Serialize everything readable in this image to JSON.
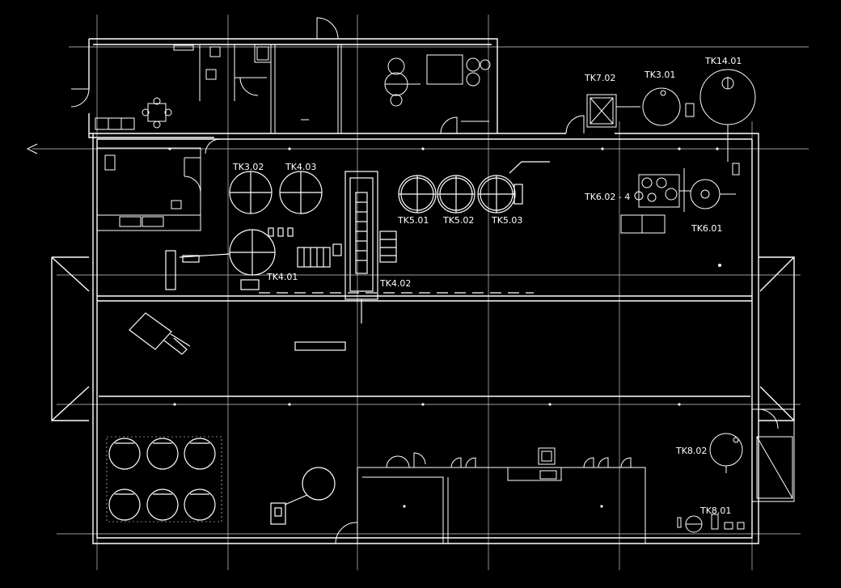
{
  "colors": {
    "background": "#000000",
    "line": "#ffffff",
    "grid": "#cfcfcf"
  },
  "tank_labels": {
    "tk7_02": "TK7.02",
    "tk3_01": "TK3.01",
    "tk14_01": "TK14.01",
    "tk3_02": "TK3.02",
    "tk4_03": "TK4.03",
    "tk5_01": "TK5.01",
    "tk5_02": "TK5.02",
    "tk5_03": "TK5.03",
    "tk6_02_4": "TK6.02 - 4",
    "tk6_01": "TK6.01",
    "tk4_01": "TK4.01",
    "tk4_02": "TK4.02",
    "tk8_02": "TK8.02",
    "tk8_01": "TK8.01"
  }
}
